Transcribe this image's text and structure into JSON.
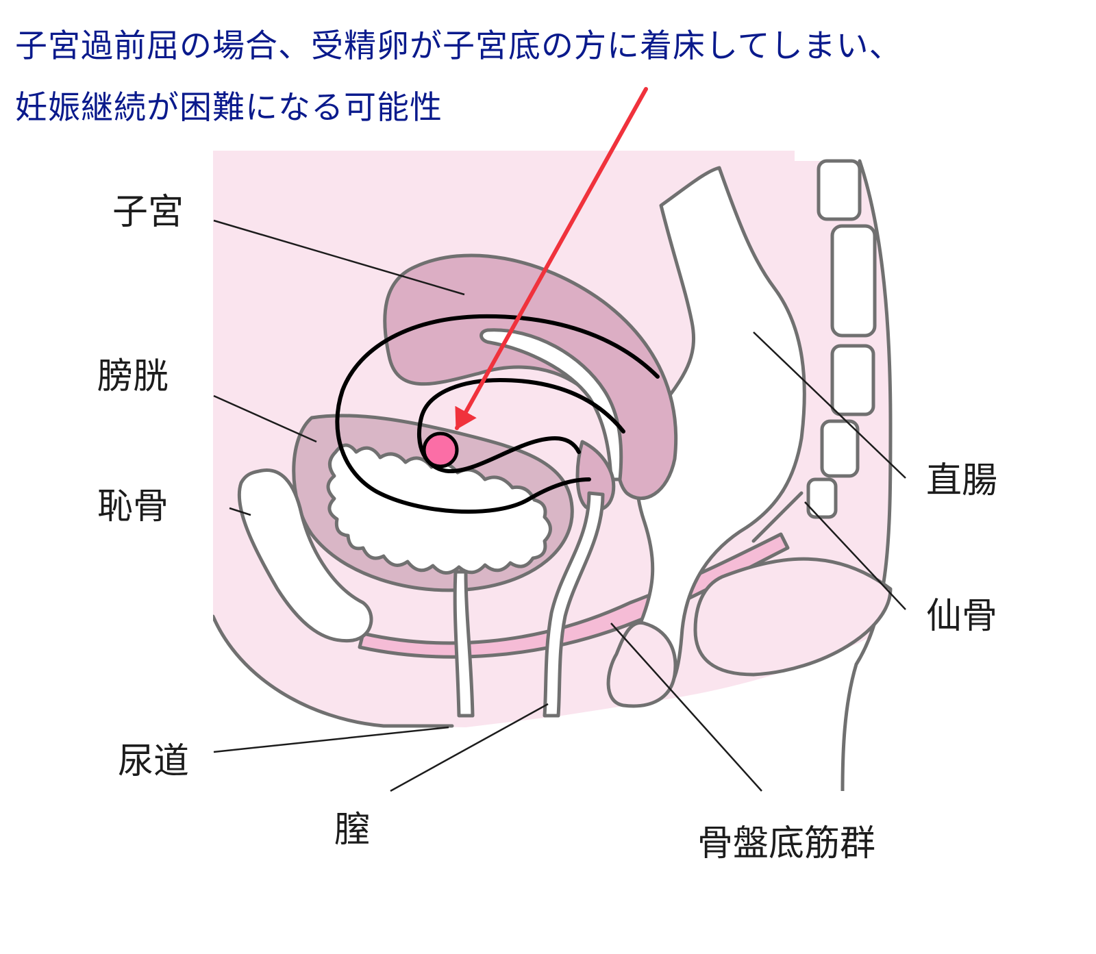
{
  "headline": {
    "line1": "子宮過前屈の場合、受精卵が子宮底の方に着床してしまい、",
    "line2": "妊娠継続が困難になる可能性"
  },
  "labels": {
    "uterus": "子宮",
    "bladder": "膀胱",
    "pubic_bone": "恥骨",
    "urethra": "尿道",
    "vagina": "膣",
    "pelvic_floor": "骨盤底筋群",
    "rectum": "直腸",
    "sacrum": "仙骨"
  },
  "colors": {
    "headline": "#0a1a8c",
    "panel_bg": "#fae4ee",
    "organ_fill": "#dcaec4",
    "muscle_fill": "#f5bcd6",
    "outline": "#707070",
    "arrow": "#f0323c",
    "egg": "#fb6ea6",
    "flexion_line": "#000000"
  },
  "icons": {
    "pointer": "red-arrow-icon",
    "embryo": "fertilized-egg-icon"
  }
}
